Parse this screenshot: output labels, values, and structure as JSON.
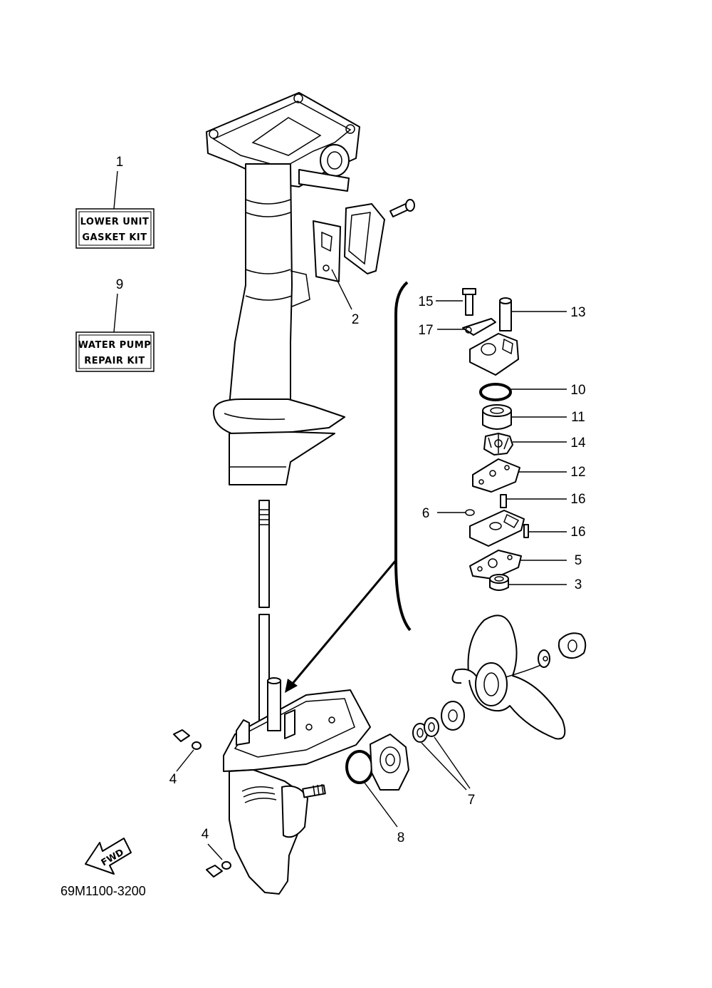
{
  "kits": [
    {
      "number": "1",
      "line1": "LOWER UNIT",
      "line2": "GASKET KIT"
    },
    {
      "number": "9",
      "line1": "WATER PUMP",
      "line2": "REPAIR KIT"
    }
  ],
  "callouts": {
    "c2": "2",
    "c3": "3",
    "c4a": "4",
    "c4b": "4",
    "c5": "5",
    "c6": "6",
    "c7": "7",
    "c8": "8",
    "c10": "10",
    "c11": "11",
    "c12": "12",
    "c13": "13",
    "c14": "14",
    "c15": "15",
    "c16a": "16",
    "c16b": "16",
    "c17": "17"
  },
  "fwd_label": "FWD",
  "diagram_code": "69M1100-3200"
}
